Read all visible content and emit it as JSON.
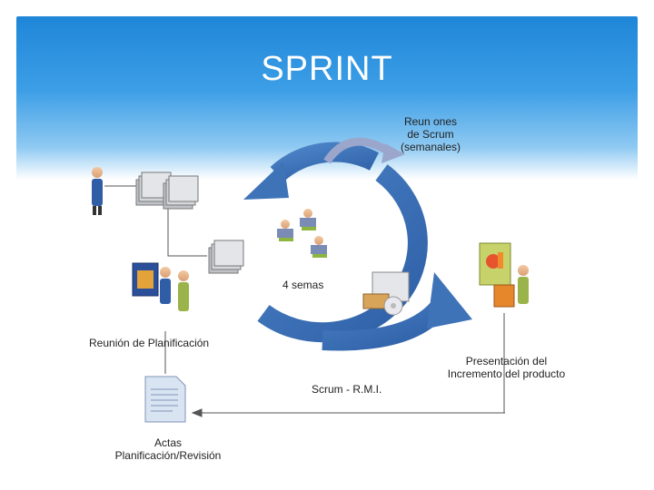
{
  "slide": {
    "title": "SPRINT"
  },
  "labels": {
    "weekly_meetings_1": "Reun ones",
    "weekly_meetings_2": "de Scrum",
    "weekly_meetings_3": "(semanales)",
    "weeks": "4 semas",
    "planning_meeting": "Reunión de Planificación",
    "sprint_rmi": "Scrum - R.M.I.",
    "presentation_1": "Presentación del",
    "presentation_2": "Incremento del producto",
    "minutes_1": "Actas",
    "minutes_2": "Planificación/Revisión"
  },
  "colors": {
    "cycle_arrow": "#3f73b8",
    "weekly_arrow": "#9aa6cc",
    "header": "#2b8fdd"
  },
  "icons": [
    "person-icon",
    "document-stack-icon",
    "team-icon",
    "laptop-user-icon",
    "product-box-icon",
    "presentation-board-icon",
    "document-icon"
  ]
}
